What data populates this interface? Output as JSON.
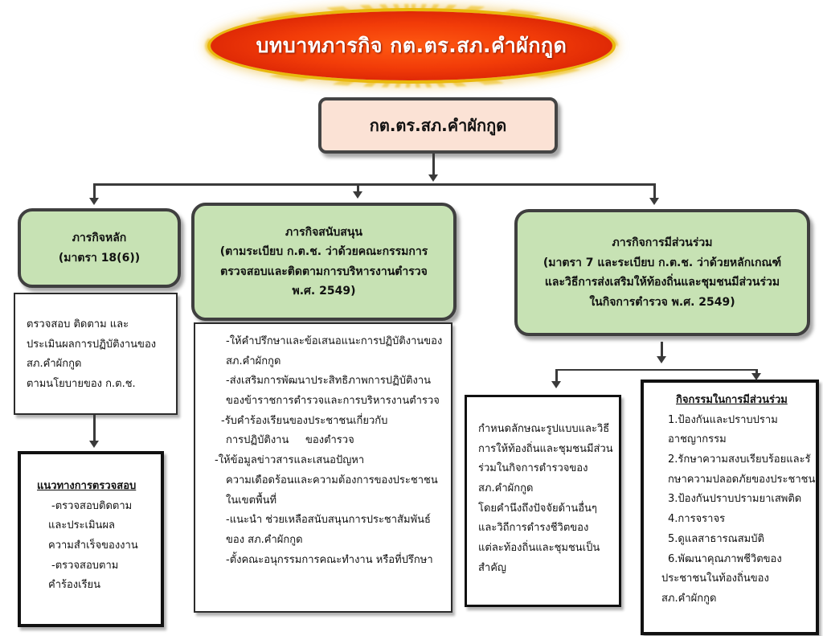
{
  "banner": {
    "title": "บทบาทภารกิจ กต.ตร.สภ.คำผักกูด"
  },
  "top_node": {
    "label": "กต.ตร.สภ.คำผักกูด"
  },
  "main_mission": {
    "title": "ภารกิจหลัก",
    "subtitle": "(มาตรา 18(6))",
    "details": [
      "ตรวจสอบ ติดตาม และ",
      "ประเมินผลการปฏิบัติงานของ",
      "สภ.คำผักกูด",
      "ตามนโยบายของ ก.ต.ช."
    ],
    "guideline": {
      "heading": "แนวทางการตรวจสอบ",
      "lines": [
        "-ตรวจสอบติดตาม",
        "และประเมินผล",
        "ความสำเร็จของงาน",
        "-ตรวจสอบตาม",
        "คำร้องเรียน"
      ]
    }
  },
  "support_mission": {
    "title_lines": [
      "ภารกิจสนับสนุน",
      "(ตามระเบียบ ก.ต.ช. ว่าด้วยคณะกรรมการ",
      "ตรวจสอบและติดตามการบริหารงานตำรวจ",
      "พ.ศ. 2549)"
    ],
    "details": [
      "-ให้คำปรึกษาและข้อเสนอแนะการปฏิบัติงานของ",
      "สภ.คำผักกูด",
      "-ส่งเสริมการพัฒนาประสิทธิภาพการปฏิบัติงาน",
      "ของข้าราชการตำรวจและการบริหารงานตำรวจ",
      "-รับคำร้องเรียนของประชาชนเกี่ยวกับ",
      "การปฏิบัติงาน     ของตำรวจ",
      "-ให้ข้อมูลข่าวสารและเสนอปัญหา",
      "ความเดือดร้อนและความต้องการของประชาชน",
      "ในเขตพื้นที่",
      "-แนะนำ ช่วยเหลือสนับสนุนการประชาสัมพันธ์",
      "ของ สภ.คำผักกูด",
      "-ตั้งคณะอนุกรรมการคณะทำงาน หรือที่ปรึกษา"
    ]
  },
  "participation_mission": {
    "title_lines": [
      "ภารกิจการมีส่วนร่วม",
      "(มาตรา 7 และระเบียบ ก.ต.ช. ว่าด้วยหลักเกณฑ์",
      "และวิธีการส่งเสริมให้ท้องถิ่นและชุมชนมีส่วนร่วม",
      "ในกิจการตำรวจ พ.ศ. 2549)"
    ],
    "framework": [
      "กำหนดลักษณะรูปแบบและวิธี",
      "การให้ท้องถิ่นและชุมชนมีส่วน",
      "ร่วมในกิจการตำรวจของ",
      "สภ.คำผักกูด",
      "โดยคำนึงถึงปัจจัยด้านอื่นๆ",
      "และวิถีการดำรงชีวิตของ",
      "แต่ละท้องถิ่นและชุมชนเป็น",
      "สำคัญ"
    ],
    "activities": {
      "heading": "กิจกรรมในการมีส่วนร่วม",
      "lines": [
        "1.ป้องกันและปราบปราม",
        "อาชญากรรม",
        "2.รักษาความสงบเรียบร้อยและรั",
        "กษาความปลอดภัยของประชาชน",
        "3.ป้องกันปราบปรามยาเสพติด",
        "4.การจราจร",
        "5.ดูแลสาธารณสมบัติ",
        "6.พัฒนาคุณภาพชีวิตของ",
        "ประชาชนในท้องถิ่นของ",
        "สภ.คำผักกูด"
      ]
    }
  },
  "colors": {
    "banner": "#f23c08",
    "banner_border": "#f1c40f",
    "top_node_fill": "#fbe2d5",
    "green_fill": "#c7e2b4",
    "connector": "#3a3a3a"
  }
}
